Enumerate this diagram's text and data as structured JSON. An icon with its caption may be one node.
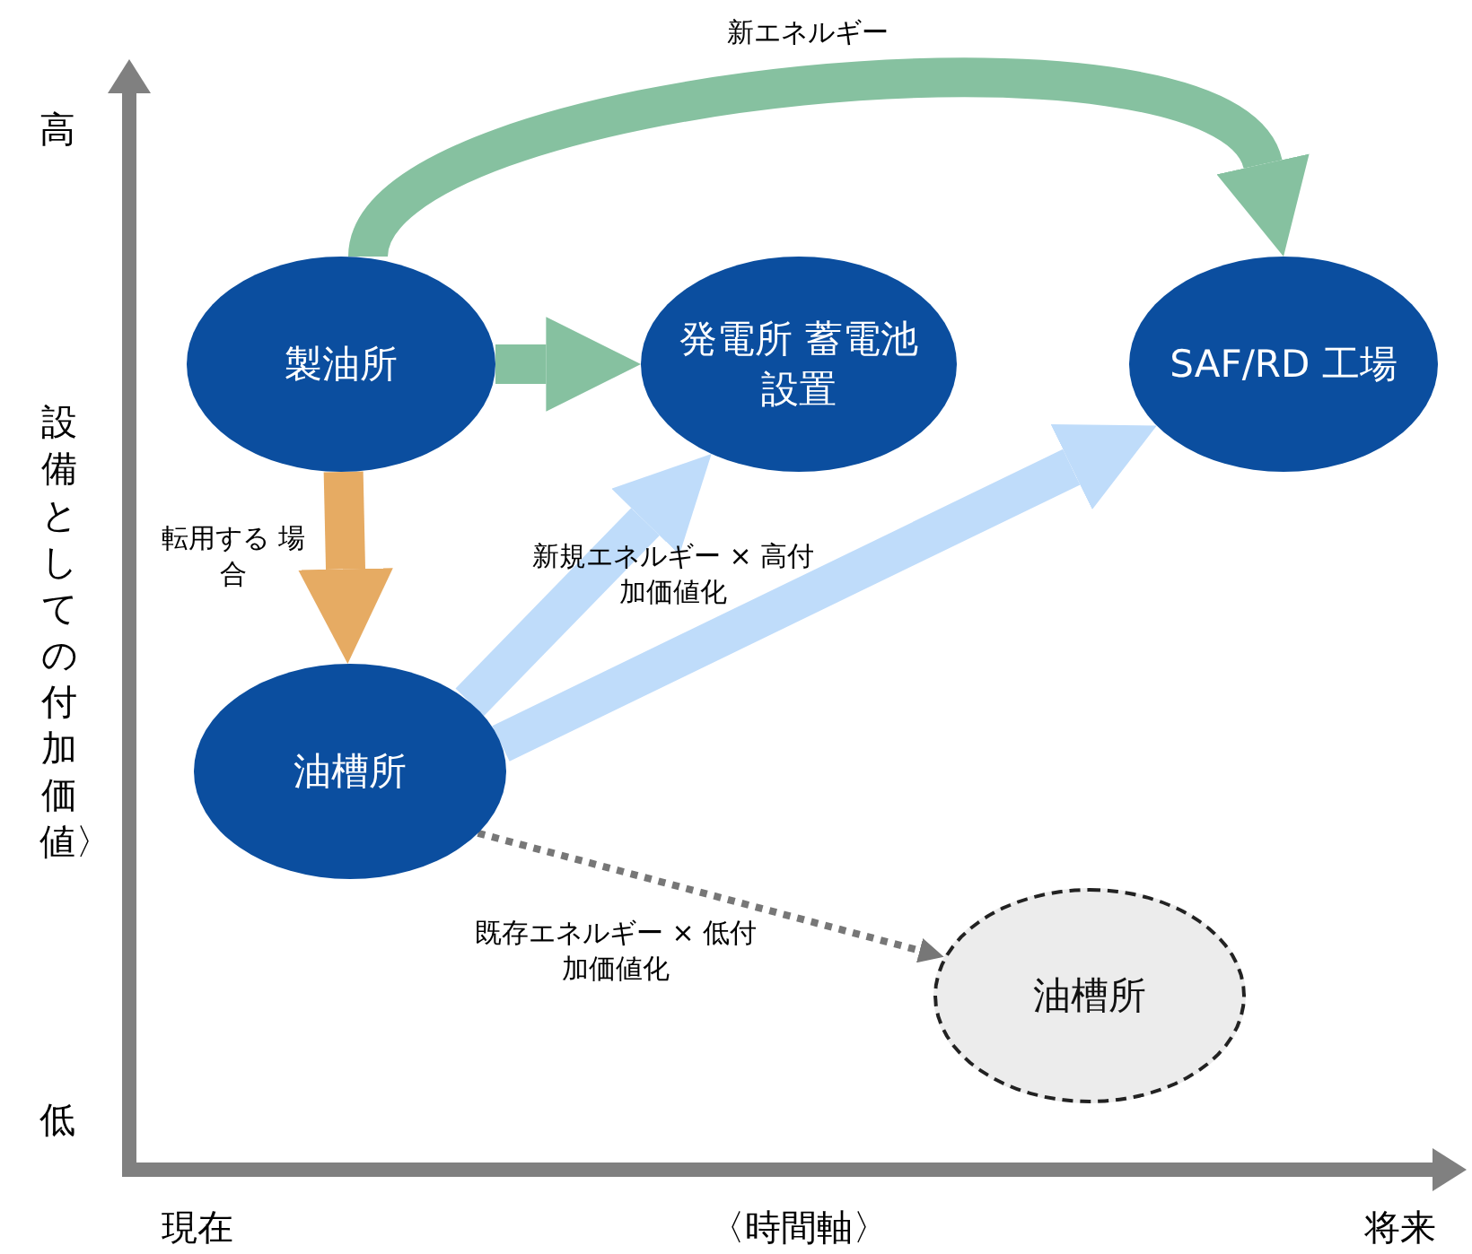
{
  "diagram": {
    "nodes": [
      {
        "text": [
          "製油所"
        ]
      },
      {
        "text": [
          "発電所 蓄電池設置"
        ]
      },
      {
        "text": [
          "SAF/RD 工場"
        ]
      },
      {
        "text": [
          "油槽所"
        ]
      },
      {
        "text": [
          "油槽所"
        ]
      }
    ],
    "edges": [
      {
        "from": 0,
        "to": 2,
        "arrow": "to",
        "label": "新エネルギー",
        "color": "#86c1a0"
      },
      {
        "from": 0,
        "to": 1,
        "arrow": "to",
        "color": "#86c1a0"
      },
      {
        "from": 0,
        "to": 3,
        "arrow": "to",
        "label": "転用する 場合",
        "color": "#e6ab63"
      },
      {
        "from": 3,
        "to": 1,
        "arrow": "to",
        "label": "新規エネルギー × 高付加価値化",
        "color": "#bfdcfa"
      },
      {
        "from": 3,
        "to": 2,
        "arrow": "to",
        "color": "#bfdcfa"
      },
      {
        "from": 3,
        "to": 4,
        "arrow": "to",
        "label": "既存エネルギー × 低付加価値化",
        "style": "dashed",
        "color": "#777777"
      }
    ],
    "labels": [
      "高",
      "設備としての付加価値〉",
      "低",
      "現在",
      "〈時間軸〉",
      "将来"
    ]
  }
}
